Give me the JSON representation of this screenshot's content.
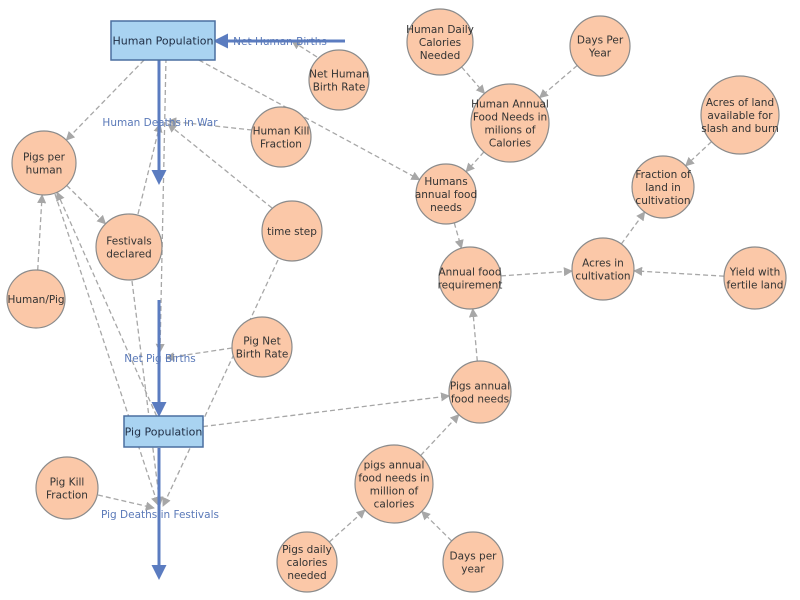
{
  "colors": {
    "node_fill": "#fbc8a8",
    "node_stroke": "#8b8b8b",
    "stock_fill": "#a9d3f1",
    "stock_stroke": "#4a6fa0",
    "flow": "#5b7cc0",
    "link": "#a7a7a7",
    "label": "#333333",
    "flow_label": "#5a79b8"
  },
  "stocks": [
    {
      "id": "human_population",
      "label": "Human Population"
    },
    {
      "id": "pig_population",
      "label": "Pig Population"
    }
  ],
  "flows": [
    {
      "id": "net_human_births",
      "label": "Net Human Births"
    },
    {
      "id": "human_deaths_in_war",
      "label": "Human Deaths in War"
    },
    {
      "id": "net_pig_births",
      "label": "Net Pig Births"
    },
    {
      "id": "pig_deaths_in_festivals",
      "label": "Pig Deaths in Festivals"
    }
  ],
  "variables": [
    {
      "id": "net_human_birth_rate",
      "lines": [
        "Net Human",
        "Birth Rate"
      ]
    },
    {
      "id": "human_daily_calories_needed",
      "lines": [
        "Human Daily",
        "Calories",
        "Needed"
      ]
    },
    {
      "id": "days_per_year_top",
      "lines": [
        "Days Per",
        "Year"
      ]
    },
    {
      "id": "human_annual_food_needs",
      "lines": [
        "Human Annual",
        "Food Needs in",
        "milions of",
        "Calories"
      ]
    },
    {
      "id": "pigs_per_human",
      "lines": [
        "Pigs per",
        "human"
      ]
    },
    {
      "id": "human_kill_fraction",
      "lines": [
        "Human Kill",
        "Fraction"
      ]
    },
    {
      "id": "humans_annual_food_needs",
      "lines": [
        "Humans",
        "annual food",
        "needs"
      ]
    },
    {
      "id": "acres_available",
      "lines": [
        "Acres of land",
        "available for",
        "slash and burn"
      ]
    },
    {
      "id": "fraction_in_cultivation",
      "lines": [
        "Fraction of",
        "land in",
        "cultivation"
      ]
    },
    {
      "id": "festivals_declared",
      "lines": [
        "Festivals",
        "declared"
      ]
    },
    {
      "id": "time_step",
      "lines": [
        "time step"
      ]
    },
    {
      "id": "annual_food_requirement",
      "lines": [
        "Annual food",
        "requirement"
      ]
    },
    {
      "id": "acres_in_cultivation",
      "lines": [
        "Acres in",
        "cultivation"
      ]
    },
    {
      "id": "yield_with_fertile_land",
      "lines": [
        "Yield with",
        "fertile land"
      ]
    },
    {
      "id": "human_pig",
      "lines": [
        "Human/Pig"
      ]
    },
    {
      "id": "pig_net_birth_rate",
      "lines": [
        "Pig Net",
        "Birth Rate"
      ]
    },
    {
      "id": "pigs_annual_food_needs",
      "lines": [
        "Pigs annual",
        "food needs"
      ]
    },
    {
      "id": "pig_kill_fraction",
      "lines": [
        "Pig Kill",
        "Fraction"
      ]
    },
    {
      "id": "pigs_annual_food_needs_calories",
      "lines": [
        "pigs annual",
        "food needs in",
        "million of",
        "calories"
      ]
    },
    {
      "id": "pigs_daily_calories_needed",
      "lines": [
        "Pigs daily",
        "calories",
        "needed"
      ]
    },
    {
      "id": "days_per_year_bottom",
      "lines": [
        "Days per",
        "year"
      ]
    }
  ]
}
